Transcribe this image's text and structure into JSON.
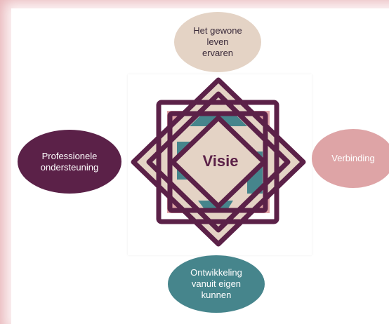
{
  "center_label": "Visie",
  "nodes": {
    "top": "Het gewone\nleven\nervaren",
    "left": "Professionele\nondersteuning",
    "right": "Verbinding",
    "bottom": "Ontwikkeling\nvanuit eigen\nkunnen"
  },
  "colors": {
    "background": "#e8b4b8",
    "frame": "#5b2148",
    "beige": "#e4d3c5",
    "pink": "#dea4a6",
    "teal": "#46858c"
  }
}
